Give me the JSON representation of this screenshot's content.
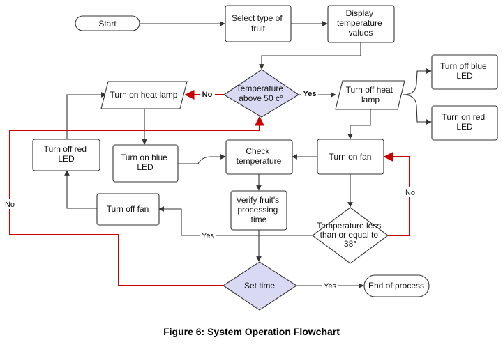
{
  "caption": "Figure 6: System Operation Flowchart",
  "colors": {
    "decision_fill": "#d9d9f3",
    "decision_stroke": "#333333",
    "box_stroke": "#333333",
    "connector": "#333333",
    "highlight": "#cc0000"
  },
  "nodes": {
    "start": "Start",
    "select_fruit": [
      "Select type of",
      "fruit"
    ],
    "display_temp": [
      "Display",
      "temperature",
      "values"
    ],
    "decision_50": [
      "Temperature",
      "above 50 c°"
    ],
    "heat_lamp_on": "Turn on heat lamp",
    "heat_lamp_off": [
      "Turn off heat",
      "lamp"
    ],
    "blue_led_off": [
      "Turn off blue",
      "LED"
    ],
    "red_led_on": [
      "Turn on red",
      "LED"
    ],
    "red_led_off": [
      "Turn off red",
      "LED"
    ],
    "blue_led_on": [
      "Turn on blue",
      "LED"
    ],
    "check_temp": [
      "Check",
      "temperature"
    ],
    "fan_on": "Turn on fan",
    "fan_off": "Turn off fan",
    "verify_time": [
      "Verify fruit's",
      "processing",
      "time"
    ],
    "decision_38": [
      "Temperature less",
      "than or equal to",
      "38°"
    ],
    "set_time": "Set time",
    "end": "End of process"
  },
  "edge_labels": {
    "no_50": "No",
    "yes_50": "Yes",
    "no_38": "No",
    "yes_38": "Yes",
    "no_set_time": "No",
    "yes_set_time": "Yes"
  }
}
